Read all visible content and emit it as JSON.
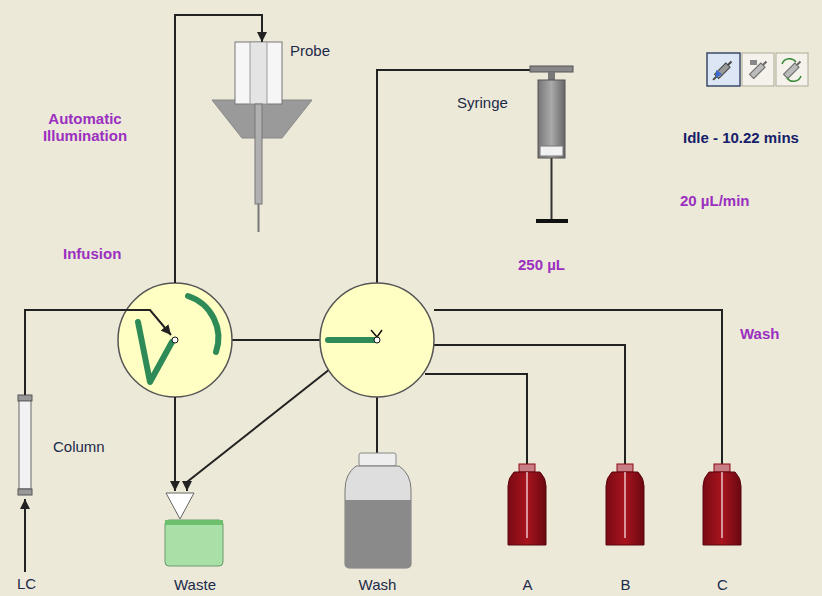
{
  "diagram": {
    "nodes": [
      {
        "text": [
          "Probe"
        ]
      },
      {
        "text": [
          "Syringe",
          "250 µL"
        ]
      },
      {
        "text": [
          "Infusion"
        ]
      },
      {
        "text": [
          "Column"
        ]
      },
      {
        "text": [
          "Waste"
        ]
      },
      {
        "text": [
          "Wash"
        ]
      },
      {
        "text": [
          "A"
        ]
      },
      {
        "text": [
          "B"
        ]
      },
      {
        "text": [
          "C"
        ]
      }
    ],
    "edges": [
      {
        "from": 3,
        "to": 2,
        "arrow": "to"
      },
      {
        "from": 2,
        "to": 0,
        "arrow": "to"
      },
      {
        "from": 2,
        "to": 4,
        "arrow": "to"
      }
    ],
    "labels": [
      "Automatic Illumination",
      "Idle - 10.22 mins",
      "20 µL/min",
      "Wash",
      "LC"
    ]
  }
}
